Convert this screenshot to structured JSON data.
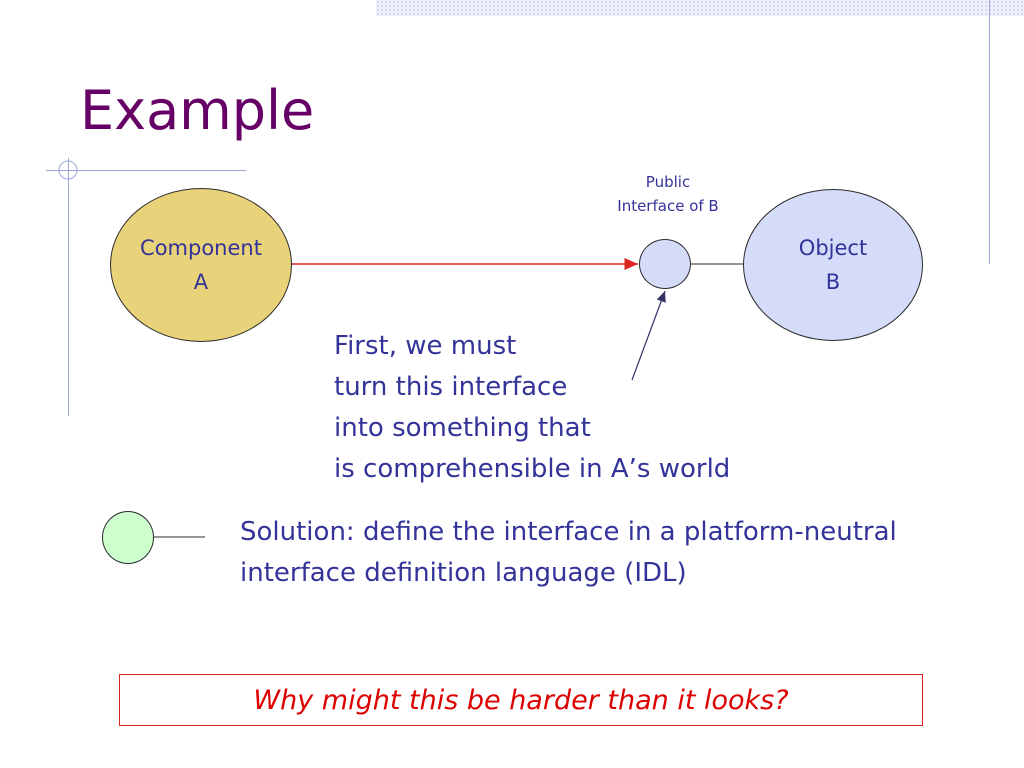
{
  "slide": {
    "title": "Example"
  },
  "diagram": {
    "component_a_label": "Component\nA",
    "object_b_label": "Object\nB",
    "interface_label": "Public\nInterface of B",
    "note_lines": [
      "First, we must",
      "turn this interface",
      "into something that",
      "is comprehensible in A’s world"
    ],
    "colors": {
      "component_a": "#e8d27a",
      "object_b": "#d5dcfa",
      "idl_interface": "#ccffcc",
      "arrow": "#dd2222",
      "text": "#333399",
      "title": "#660066"
    }
  },
  "solution": {
    "lines": [
      "Solution: define the interface in a platform-neutral",
      "interface definition language (IDL)"
    ]
  },
  "question": "Why might this be harder than it looks?"
}
